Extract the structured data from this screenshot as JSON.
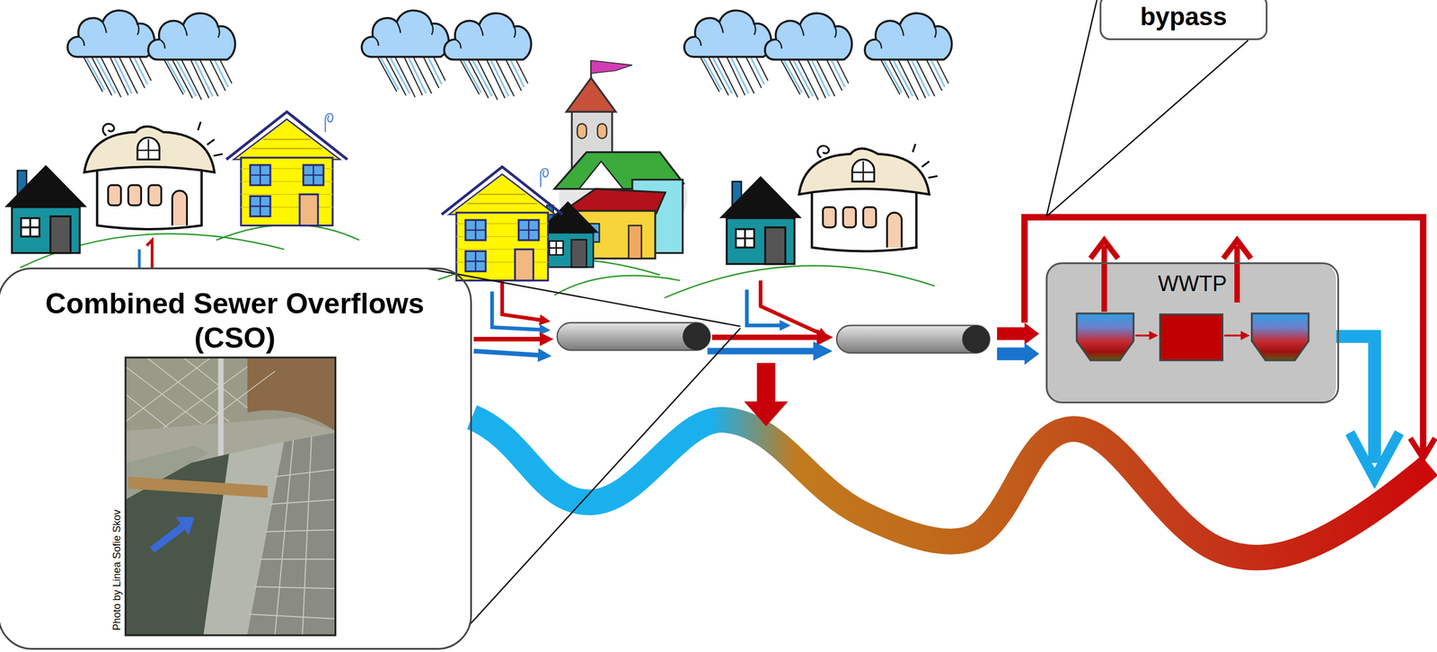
{
  "diagram": {
    "nodes": [
      {
        "text": [
          "bypass"
        ]
      },
      {
        "text": [
          "WWTP"
        ]
      },
      {
        "text": [
          "Combined Sewer Overflows (CSO)",
          "Photo by Linea Sofie Skov"
        ]
      }
    ]
  }
}
